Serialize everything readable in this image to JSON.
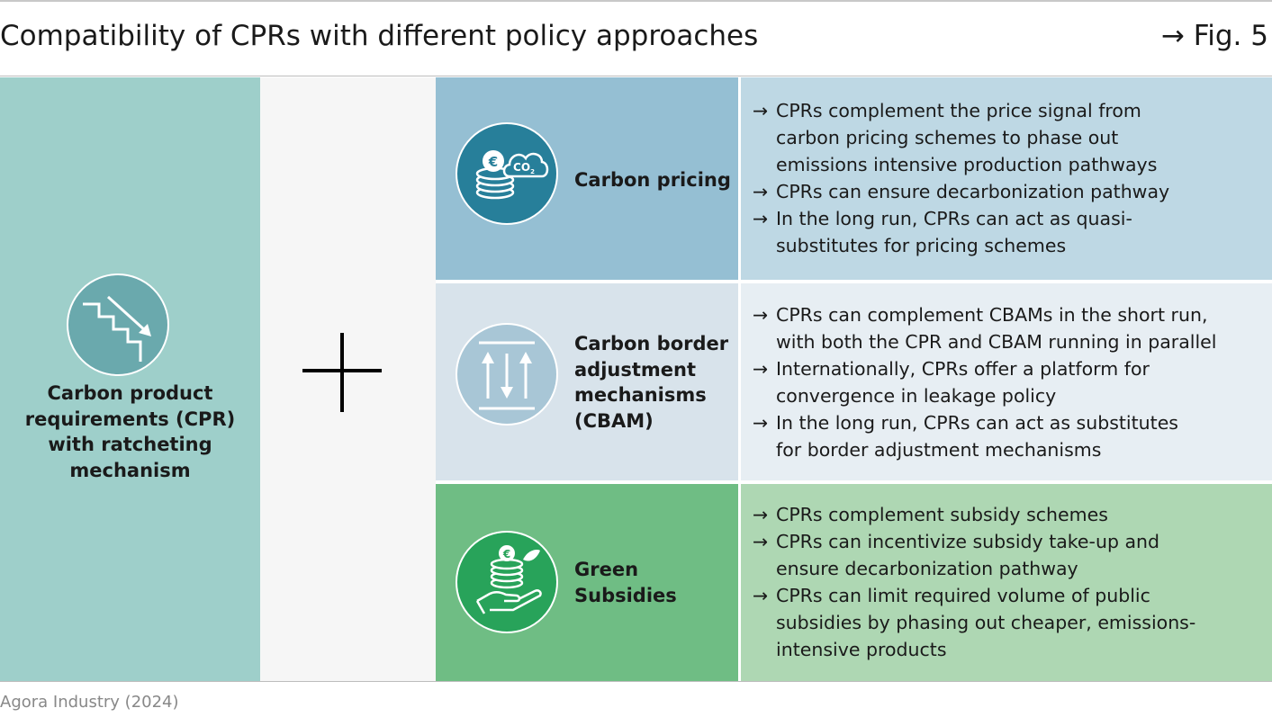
{
  "header": {
    "title": "Compatibility of CPRs with different policy approaches",
    "figure_ref": "→ Fig. 5"
  },
  "cpr": {
    "label": [
      "Carbon product",
      "requirements (CPR)",
      "with ratcheting",
      "mechanism"
    ],
    "icon": "stairs-down-arrow-icon"
  },
  "operator_icon": "plus-icon",
  "rows": [
    {
      "title": [
        "Carbon pricing"
      ],
      "icon": "coins-co2-cloud-icon",
      "colors": {
        "label_bg": "#95bfd3",
        "text_bg": "#bed8e4",
        "icon_bg": "#277f9a"
      },
      "bullets": [
        [
          "CPRs complement the price signal from",
          "carbon pricing schemes to phase out",
          "emissions intensive production pathways"
        ],
        [
          "CPRs can ensure decarbonization pathway"
        ],
        [
          "In the long run, CPRs can act as quasi-",
          "substitutes for pricing schemes"
        ]
      ]
    },
    {
      "title": [
        "Carbon border",
        "adjustment",
        "mechanisms",
        "(CBAM)"
      ],
      "icon": "border-exchange-arrows-icon",
      "colors": {
        "label_bg": "#d8e3eb",
        "text_bg": "#e7eef3",
        "icon_bg": "#a8c6d6"
      },
      "bullets": [
        [
          "CPRs can complement CBAMs in the short run,",
          "with both the CPR and CBAM running in parallel"
        ],
        [
          "Internationally, CPRs offer a platform for",
          "convergence in leakage policy"
        ],
        [
          "In the long run, CPRs can act as substitutes",
          "for border adjustment mechanisms"
        ]
      ]
    },
    {
      "title": [
        "Green",
        "Subsidies"
      ],
      "icon": "hand-coins-leaf-icon",
      "colors": {
        "label_bg": "#6fbd84",
        "text_bg": "#aed7b3",
        "icon_bg": "#28a35a"
      },
      "bullets": [
        [
          "CPRs complement subsidy schemes"
        ],
        [
          "CPRs can incentivize subsidy take-up and",
          "ensure decarbonization pathway"
        ],
        [
          "CPRs can limit required volume of public",
          "subsidies by phasing out cheaper, emissions-",
          "intensive products"
        ]
      ]
    }
  ],
  "icon_text": {
    "euro": "€",
    "co2": "CO",
    "co2_sub": "2"
  },
  "source": "Agora Industry (2024)"
}
